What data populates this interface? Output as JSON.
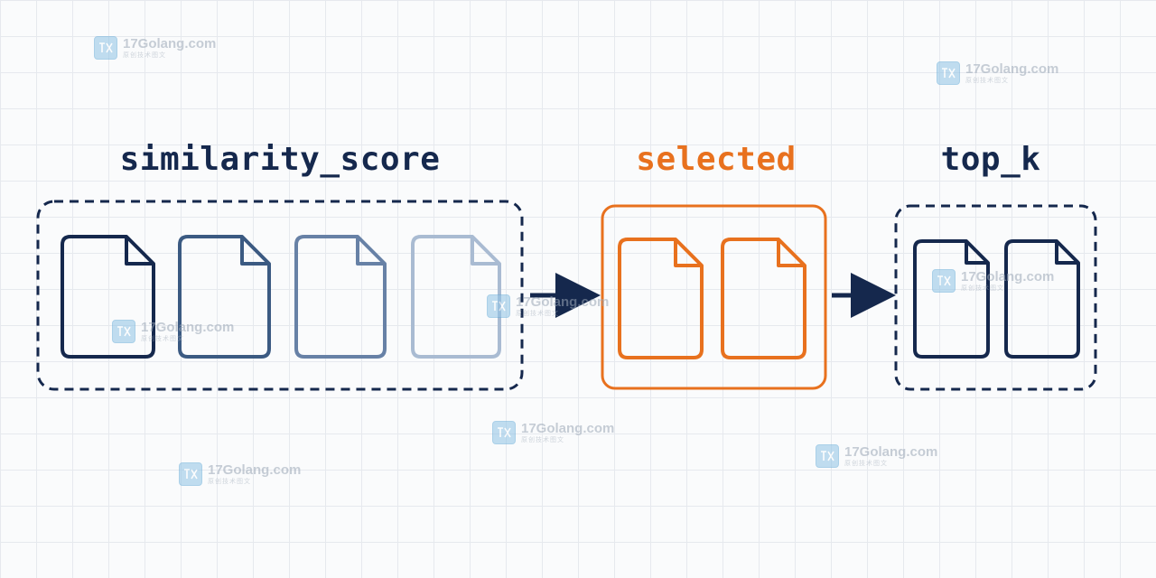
{
  "labels": {
    "similarity_score": "similarity_score",
    "selected": "selected",
    "top_k": "top_k"
  },
  "colors": {
    "navy": "#15284d",
    "orange": "#e8711e",
    "doc_fade_1": "#15284d",
    "doc_fade_2": "#3b5a82",
    "doc_fade_3": "#6781a6",
    "doc_fade_4": "#a9bbd2",
    "background": "#fafbfc",
    "grid": "#e6e9ee"
  },
  "groups": {
    "similarity_score": {
      "document_count": 4,
      "border": "dashed"
    },
    "selected": {
      "document_count": 2,
      "border": "solid"
    },
    "top_k": {
      "document_count": 2,
      "border": "dashed"
    }
  },
  "watermark": {
    "domain": "17Golang.com",
    "sub": "原创技术图文"
  }
}
